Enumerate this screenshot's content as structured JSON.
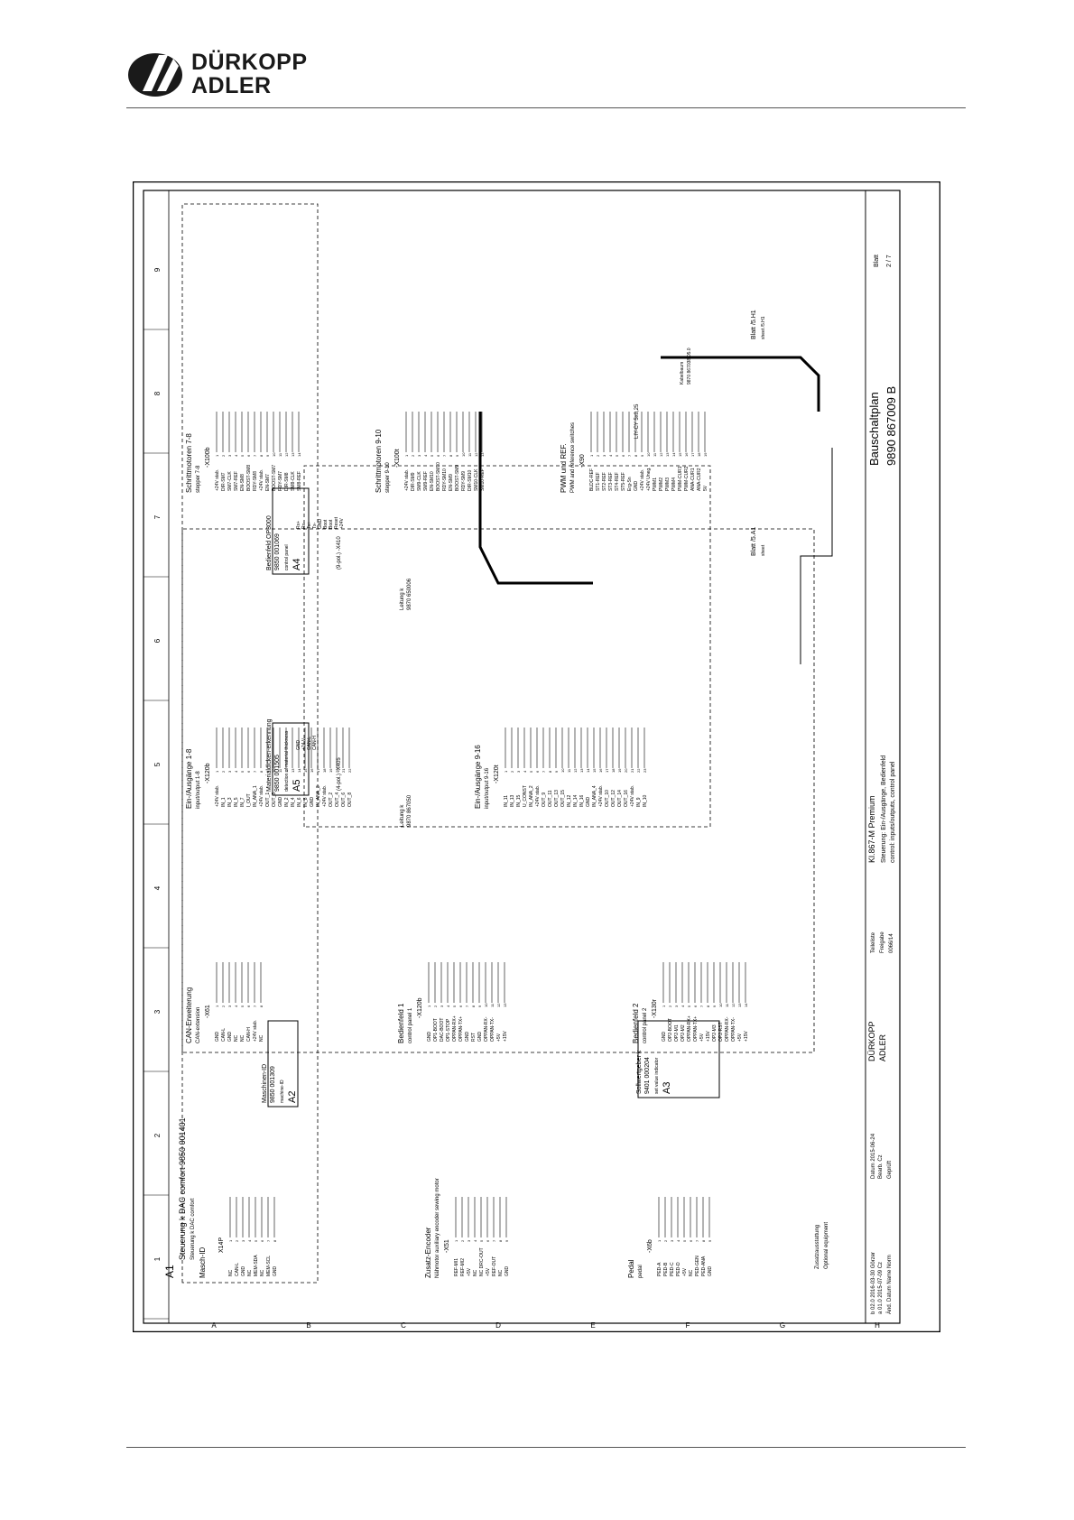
{
  "brand": {
    "line1": "DÜRKOPP",
    "line2": "ADLER"
  },
  "grid": {
    "columns": [
      "1",
      "2",
      "3",
      "4",
      "5",
      "6",
      "7",
      "8",
      "9"
    ],
    "rows": [
      "A",
      "B",
      "C",
      "D",
      "E",
      "F",
      "G",
      "H"
    ]
  },
  "main_unit": {
    "label": "A1",
    "title": "Steuerung k DAC comfort 9850 001401",
    "title_en": "Steuerung k DAC comfort"
  },
  "groups": [
    {
      "title": "Masch-ID",
      "sub": "",
      "connector": "X14P",
      "pins": [
        "NC",
        "CAN-L",
        "GND",
        "NC",
        "MEM-SDA",
        "NC",
        "MEM-SCL",
        "GND"
      ]
    },
    {
      "title": "Zusatz-Encoder",
      "sub": "Nähmotor auxiliary encoder sewing motor",
      "connector": "-X51",
      "pins": [
        "REF-MI1",
        "REF-MI2",
        "+5V",
        "NC",
        "NC DRC-OUT",
        "+5V",
        "REF-OUT",
        "NC",
        "GND"
      ]
    },
    {
      "title": "Pedal",
      "sub": "pedal",
      "connector": "-X6b",
      "pins": [
        "PED-A",
        "PED-B",
        "PED-C",
        "PED-D",
        "+5V",
        "NC",
        "PED-GEN",
        "PED-ANA",
        "GND"
      ]
    },
    {
      "title": "CAN-Erweiterung",
      "sub": "CAN-extension",
      "connector": "-X61",
      "pins": [
        "GND",
        "CAN-L",
        "GND",
        "NC",
        "NC",
        "CAN-H",
        "+24V stab.",
        "NC"
      ]
    },
    {
      "title": "Bedienfeld 1",
      "sub": "control panel 1",
      "connector": "-X120b",
      "pins": [
        "GND",
        "OP1-BOOT",
        "DAC-BOOT",
        "OP1-STOP",
        "OPPAN-RX+",
        "OPPAN-TX+",
        "GND",
        "RST",
        "GND",
        "OPPAN-RX-",
        "OPPAN-TX-",
        "+5V",
        "+15V"
      ]
    },
    {
      "title": "Bedienfeld 2",
      "sub": "control panel 2",
      "connector": "-X130r",
      "pins": [
        "GND",
        "OP2-BOOT",
        "OP2-M1",
        "OP2-M2",
        "OPPAN-RX+",
        "OPPAN-TX+",
        "+5V",
        "+15V",
        "OP2-M3",
        "OP2-RST",
        "OPPAN-RX-",
        "OPPAN-TX-",
        "+5V",
        "+15V"
      ]
    },
    {
      "title": "Ein-/Ausgänge 1-8",
      "sub": "input/output 1-8",
      "connector": "-X120b",
      "pins": [
        "+24V stab.",
        "IN_1",
        "IN_3",
        "IN_5",
        "IN_7",
        "I_OUT",
        "IN_ANA_1",
        "+24V stab.",
        "OUT_1",
        "OUT_3",
        "GND",
        "IN_2",
        "IN_4",
        "IN_6",
        "IN_8",
        "GND",
        "IN_ANA_3",
        "+24V stab.",
        "OUT_2",
        "OUT_4",
        "OUT_6",
        "OUT_8"
      ]
    },
    {
      "title": "Ein-/Ausgänge 9-16",
      "sub": "input/output 9-16",
      "connector": "-X120t",
      "pins": [
        "IN_11",
        "IN_13",
        "IN_15",
        "U_CONST",
        "IN_ANA_2",
        "+24V stab.",
        "OUT_9",
        "OUT_11",
        "OUT_13",
        "OUT_15",
        "IN_12",
        "IN_14",
        "IN_16",
        "GND",
        "IN_ANA_4",
        "+24V stab.",
        "OUT_10",
        "OUT_12",
        "OUT_14",
        "OUT_16",
        "+24V stab.",
        "IN_9",
        "IN_10"
      ]
    },
    {
      "title": "Schrittmotoren 7-8",
      "sub": "stepper 7-8",
      "connector": "-X100b",
      "pins": [
        "+24V stab.",
        "DIR-SM7",
        "SM7-CLK",
        "SM7-REF",
        "EN-SM8",
        "BOOST-SM8",
        "RDY-SM8",
        "+24V stab.",
        "EN-SM7",
        "BOOST-SM7",
        "RDY-SM7",
        "DIR-SM8",
        "SM8-CLK",
        "SM8-REF"
      ]
    },
    {
      "title": "Schrittmotoren 9-10",
      "sub": "stepper 9-10",
      "connector": "-X100t",
      "pins": [
        "+24V stab.",
        "DIR-SM9",
        "SM9-CLK",
        "SM9-REF",
        "EN-SM10",
        "BOOST-SM10",
        "RDY-SM10",
        "EN-SM9",
        "BOOST-SM9",
        "RDY-SM9",
        "DIR-SM10",
        "SM10-CLK",
        "SM10-REF"
      ]
    },
    {
      "title": "PWM und REF.",
      "sub": "PWM and reference switches",
      "connector": "-X90",
      "pins": [
        "BLDC-REF",
        "ST1-REF",
        "ST2-REF",
        "ST3-REF",
        "ST4-REF",
        "ST5-REF",
        "Erg-Sn",
        "GND",
        "+24V stab.",
        "+24V Uneg.",
        "PWM1",
        "PWM2",
        "PWM3",
        "PWM4",
        "PWM-CUR1",
        "PWM-CUR2",
        "ANA-CUR1",
        "ANA-CUR2",
        "5V"
      ]
    }
  ],
  "modules": [
    {
      "label": "A2",
      "title": "Maschinen-ID",
      "part": "9850 001309",
      "sub": "machine-ID"
    },
    {
      "label": "A3",
      "title": "Sollwertgeber k",
      "part": "9401 000204",
      "sub": "set value indicator"
    },
    {
      "label": "A5",
      "title": "Materialdicken-erkennung",
      "part": "9850 001505",
      "sub": "detection of material thickness",
      "pins": [
        "GND",
        "+24 V",
        "CAN-L",
        "CAN-H"
      ]
    },
    {
      "label": "A4",
      "title": "Bedienfeld OP3000",
      "part": "9850 001069",
      "sub": "control panel",
      "pins": [
        "Rx+",
        "Rx-",
        "Tx+",
        "Tx-",
        "GND",
        "Boot",
        "Boot",
        "Reset",
        "+24V"
      ]
    }
  ],
  "small_connectors": [
    {
      "name": "(4-pol.) -X405"
    },
    {
      "name": "(9-pol.) -X410"
    }
  ],
  "cables": [
    {
      "label": "Leitung k",
      "part": "9870 867050"
    },
    {
      "label": "Leitung k",
      "part": "9870 650006"
    },
    {
      "label": "LIY-CY 5x0,25",
      "part": ""
    },
    {
      "label": "Kabelbaum",
      "part": "9870 867038-05.0"
    }
  ],
  "refs": [
    {
      "text": "Blatt /5.A1",
      "sub": "sheet"
    },
    {
      "text": "Blatt /5.H1",
      "sub": "sheet /5.H1"
    }
  ],
  "optional_note": {
    "de": "Zusatzausstattung",
    "en": "Optional equipment"
  },
  "title_block": {
    "revisions": [
      {
        "idx": "b",
        "ver": "02.0",
        "date": "2016-03-30",
        "name": "Görzer"
      },
      {
        "idx": "a",
        "ver": "01.0",
        "date": "2015-07-09",
        "name": "Cz"
      }
    ],
    "fields": {
      "date_label": "Datum",
      "date": "2015-06-24",
      "drawn": "Bearb.",
      "drawn_by": "Cz",
      "checked": "Geprüft",
      "norm": "Norm",
      "change": "Änd.",
      "datum": "Datum",
      "name": "Name"
    },
    "part_list": "Teileliste",
    "release": "Freigabe",
    "release_no": "0066/14",
    "machine": "Kl.867-M Premium",
    "desc_de": "Steuerung: Ein-/Ausgänge, Bedienfeld",
    "desc_en": "control: inputs/outputs, control panel",
    "doc_type": "Bauschaltplan",
    "doc_no": "9890 867009 B",
    "sheet_label": "Blatt",
    "sheet": "2 / 7",
    "brand1": "DÜRKOPP",
    "brand2": "ADLER"
  }
}
